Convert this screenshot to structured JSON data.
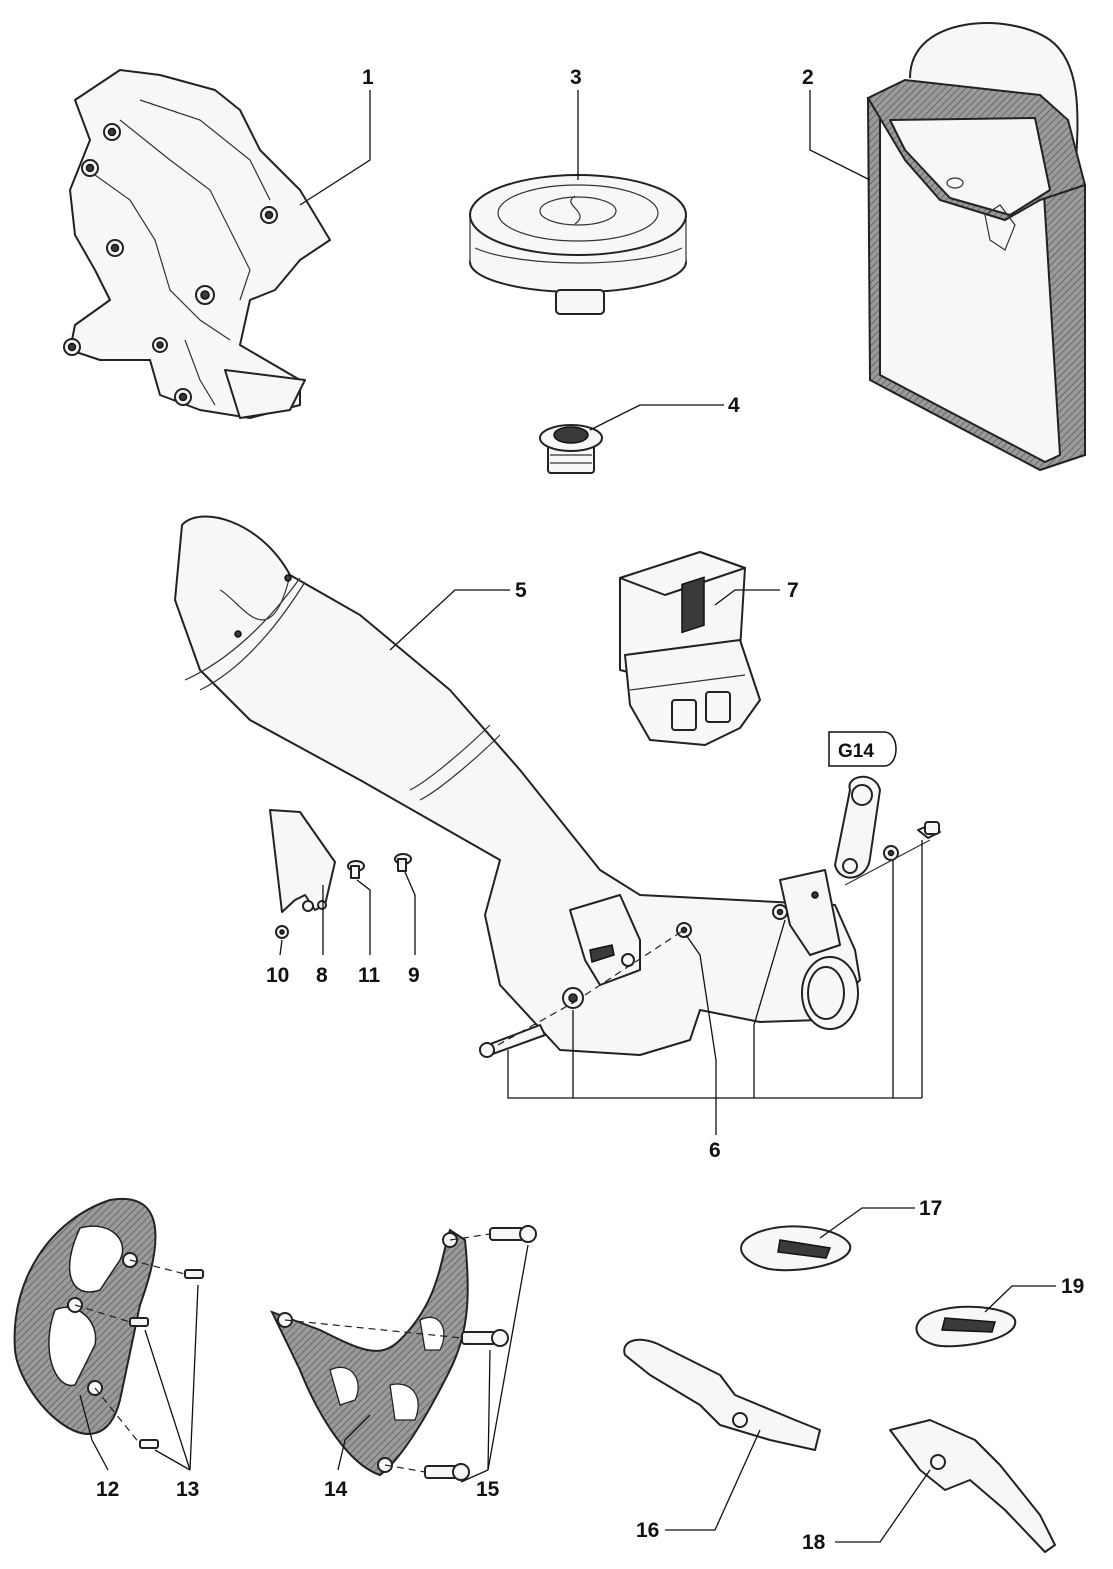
{
  "callouts": [
    "1",
    "2",
    "3",
    "4",
    "5",
    "6",
    "7",
    "8",
    "9",
    "10",
    "11",
    "12",
    "13",
    "14",
    "15",
    "16",
    "17",
    "18",
    "19"
  ],
  "reference_tag": "G14",
  "colors": {
    "line": "#222222",
    "fill": "#f7f7f7",
    "dark": "#3a3a3a",
    "background": "#ffffff"
  }
}
